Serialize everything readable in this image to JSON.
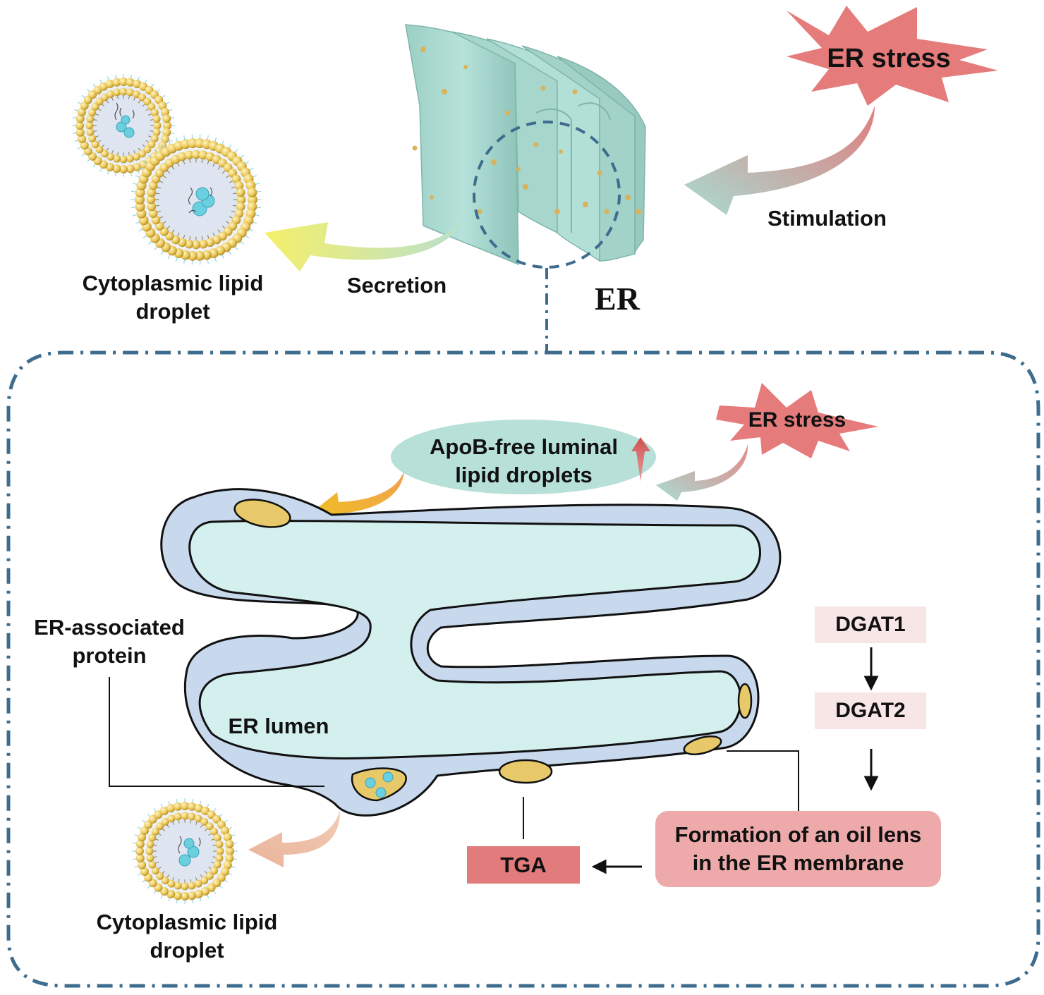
{
  "labels": {
    "er_stress_top": "ER stress",
    "stimulation": "Stimulation",
    "secretion": "Secretion",
    "er_title": "ER",
    "cyto_droplet_top_line1": "Cytoplasmic lipid",
    "cyto_droplet_top_line2": "droplet",
    "er_stress_inner": "ER stress",
    "apob_line1": "ApoB-free luminal",
    "apob_line2": "lipid droplets",
    "er_assoc_line1": "ER-associated",
    "er_assoc_line2": "protein",
    "er_lumen": "ER lumen",
    "dgat1": "DGAT1",
    "dgat2": "DGAT2",
    "oil_lens_line1": "Formation of an oil lens",
    "oil_lens_line2": "in the ER membrane",
    "tga": "TGA",
    "cyto_droplet_bottom_line1": "Cytoplasmic lipid",
    "cyto_droplet_bottom_line2": "droplet"
  },
  "colors": {
    "er_sheet": "#a8dcd2",
    "er_membrane": "#c8d9ee",
    "er_lumen": "#d3f0ee",
    "droplet_yellow": "#e8c96a",
    "stress_star": "#e57b7b",
    "dashed_frame": "#3d6c8e",
    "dgat_box": "#f8e6e6",
    "oil_box": "#eeaaaa",
    "tga_box": "#e27c7c",
    "apob_ellipse": "#b7e0d8"
  }
}
